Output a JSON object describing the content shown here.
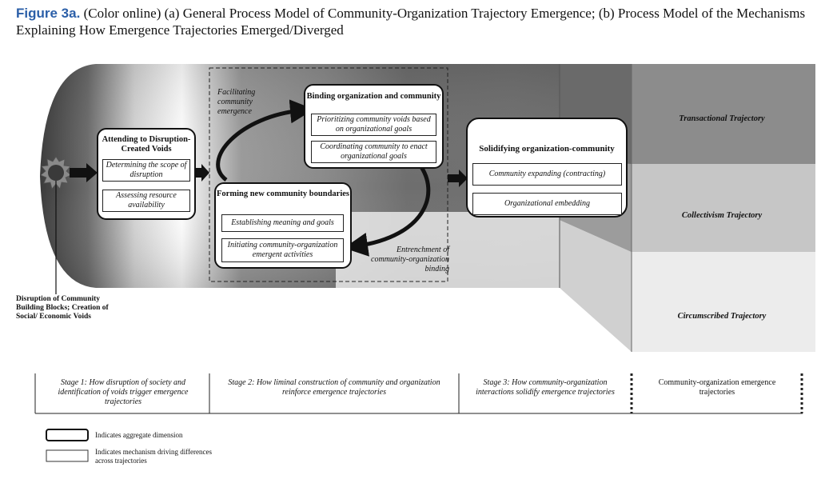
{
  "caption": {
    "figure_label": "Figure 3a.",
    "text": "(Color online) (a) General Process Model of Community-Organization Trajectory Emergence; (b) Process Model of the Mechanisms Explaining How Emergence Trajectories Emerged/Diverged"
  },
  "disruption": {
    "label": "Disruption of Community Building Blocks; Creation of Social/ Economic Voids"
  },
  "attending": {
    "title": "Attending to Disruption-Created Voids",
    "mechanisms": [
      "Determining the scope of disruption",
      "Assessing resource availability"
    ]
  },
  "binding": {
    "title": "Binding organization and community",
    "mechanisms": [
      "Prioritizing community voids based on organizational goals",
      "Coordinating community to enact organizational goals"
    ]
  },
  "forming": {
    "title": "Forming new community boundaries",
    "mechanisms": [
      "Establishing meaning and goals",
      "Initiating community-organization emergent activities"
    ]
  },
  "solidifying": {
    "title": "Solidifying organization-community",
    "mechanisms": [
      "Community expanding (contracting)",
      "Organizational embedding"
    ]
  },
  "cycle_labels": {
    "facilitating": "Facilitating community emergence",
    "entrenchment": "Entrenchment of community-organization binding"
  },
  "trajectories": [
    "Transactional Trajectory",
    "Collectivism Trajectory",
    "Circumscribed Trajectory"
  ],
  "stages": [
    "Stage 1: How disruption of society and identification of voids trigger emergence trajectories",
    "Stage 2: How liminal construction of community and organization reinforce emergence trajectories",
    "Stage 3: How community-organization interactions solidify emergence trajectories",
    "Community-organization emergence trajectories"
  ],
  "legend": {
    "aggregate": "Indicates aggregate dimension",
    "mechanism": "Indicates mechanism driving differences across trajectories"
  }
}
